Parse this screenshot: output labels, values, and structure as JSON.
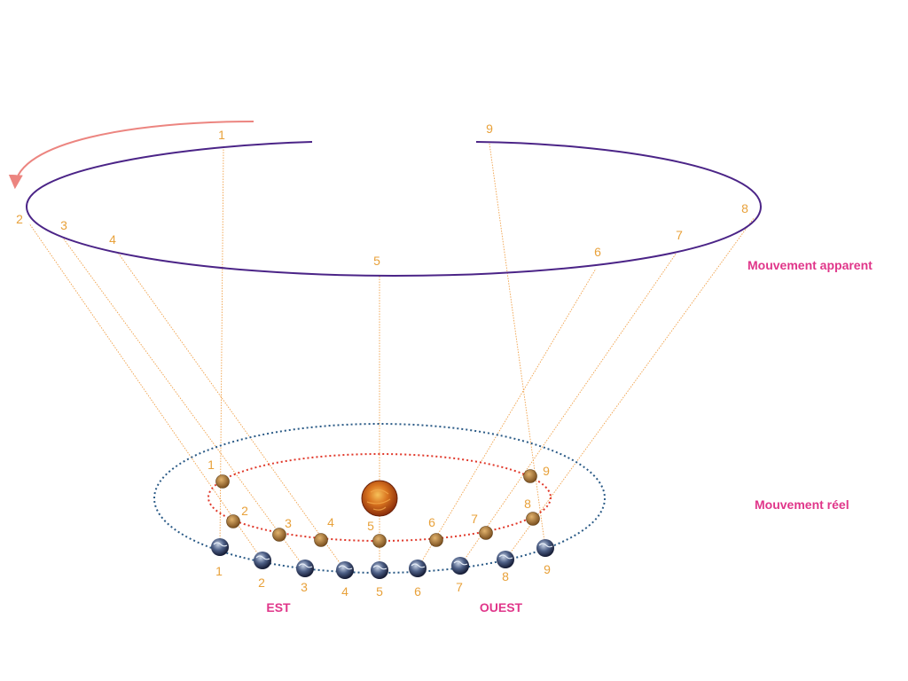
{
  "labels": {
    "apparent": "Mouvement apparent",
    "real": "Mouvement réel",
    "east": "EST",
    "west": "OUEST"
  },
  "colors": {
    "apparent_path": "#4b2487",
    "motion_arrow": "#ec8580",
    "sight_line": "#f0a048",
    "number": "#e8a13a",
    "label": "#e0368a",
    "earth_orbit": "#2a5a86",
    "planet_orbit": "#e0382a"
  },
  "apparent_numbers": [
    "1",
    "2",
    "3",
    "4",
    "5",
    "6",
    "7",
    "8",
    "9"
  ],
  "planet_numbers": [
    "1",
    "2",
    "3",
    "4",
    "5",
    "6",
    "7",
    "8",
    "9"
  ],
  "earth_numbers": [
    "1",
    "2",
    "3",
    "4",
    "5",
    "6",
    "7",
    "8",
    "9"
  ],
  "icons": {
    "sun": "sun-icon",
    "planet": "planet-icon",
    "earth": "earth-icon"
  }
}
